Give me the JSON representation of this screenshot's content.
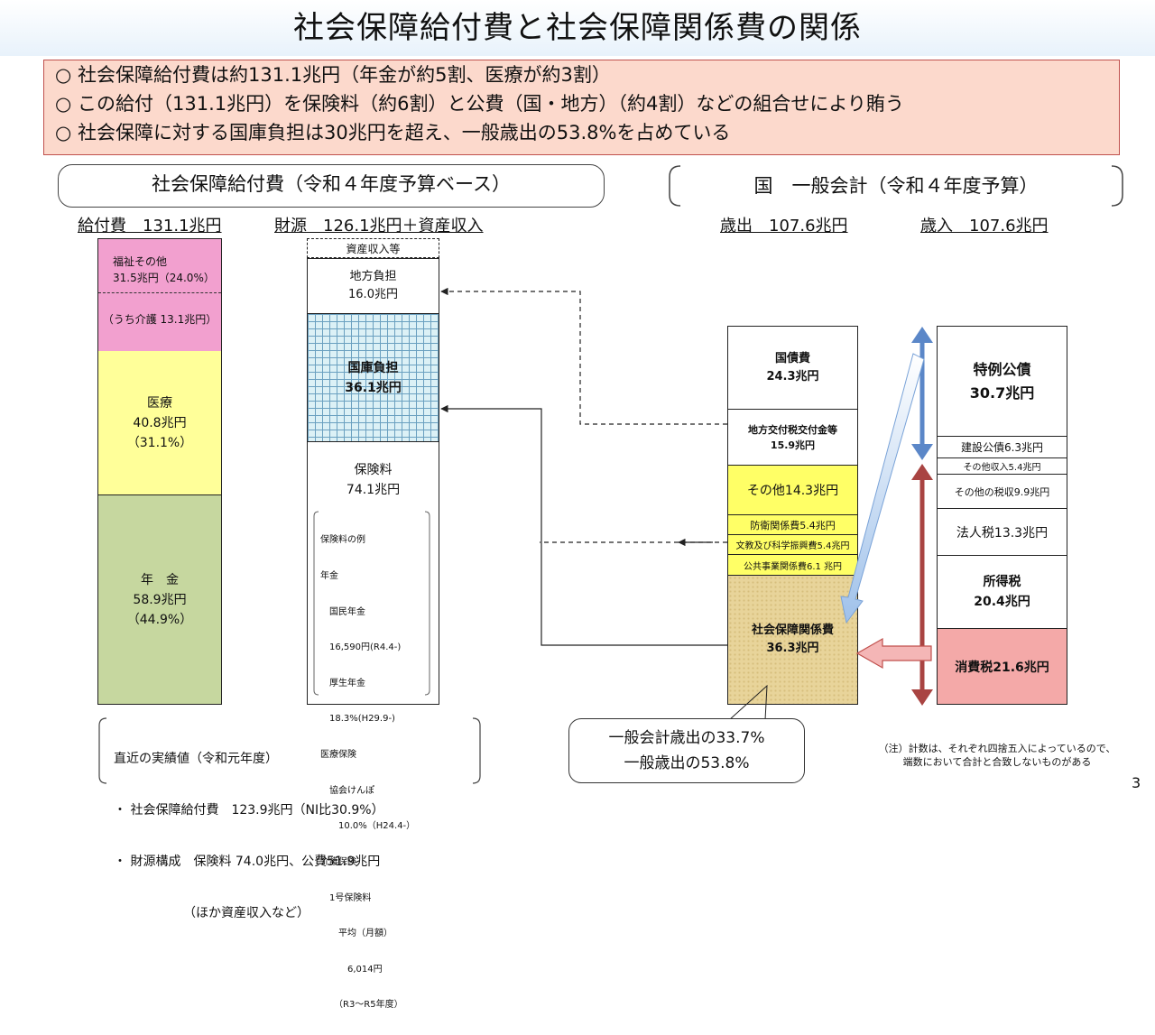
{
  "title": "社会保障給付費と社会保障関係費の関係",
  "summary": [
    "○ 社会保障給付費は約131.1兆円（年金が約5割、医療が約3割）",
    "○ この給付（131.1兆円）を保険料（約6割）と公費（国・地方）（約4割）などの組合せにより賄う",
    "○ 社会保障に対する国庫負担は30兆円を超え、一般歳出の53.8%を占めている"
  ],
  "left_header": "社会保障給付費（令和４年度予算ベース）",
  "right_header": "国　一般会計（令和４年度予算）",
  "col_benefits": {
    "title": "給付費　131.1兆円",
    "welfare_name": "福祉その他",
    "welfare_value": "31.5兆円（24.0%）",
    "care": "（うち介護 13.1兆円）",
    "medical_name": "医療",
    "medical_value": "40.8兆円",
    "medical_pct": "（31.1%）",
    "pension_name": "年　金",
    "pension_value": "58.9兆円",
    "pension_pct": "（44.9%）"
  },
  "col_sources": {
    "title": "財源　126.1兆円＋資産収入",
    "asset": "資産収入等",
    "local_name": "地方負担",
    "local_value": "16.0兆円",
    "national_name": "国庫負担",
    "national_value": "36.1兆円",
    "premium_name": "保険料",
    "premium_value": "74.1兆円",
    "examples": [
      "保険料の例",
      "年金",
      "　国民年金",
      "　16,590円(R4.4-)",
      "　厚生年金",
      "　18.3%(H29.9-)",
      "医療保険",
      "　協会けんぽ",
      "　　10.0%（H24.4-）",
      "介護保険",
      "　1号保険料",
      "　　平均（月額）",
      "　　　6,014円",
      "　　（R3～R5年度）"
    ]
  },
  "expenditure": {
    "title": "歳出　107.6兆円",
    "debt_name": "国債費",
    "debt_value": "24.3兆円",
    "local_alloc": "地方交付税交付金等",
    "local_alloc_value": "15.9兆円",
    "others": "その他14.3兆円",
    "defense": "防衛関係費5.4兆円",
    "education": "文教及び科学振興費5.4兆円",
    "public_works": "公共事業関係費6.1 兆円",
    "social_name": "社会保障関係費",
    "social_value": "36.3兆円"
  },
  "revenue": {
    "title": "歳入　107.6兆円",
    "special_bond": "特例公債",
    "special_bond_value": "30.7兆円",
    "construction_bond": "建設公債6.3兆円",
    "other_income": "その他収入5.4兆円",
    "other_tax": "その他の税収9.9兆円",
    "corporate_tax": "法人税13.3兆円",
    "income_tax": "所得税",
    "income_tax_value": "20.4兆円",
    "consumption_tax": "消費税21.6兆円"
  },
  "actuals": [
    "直近の実績値（令和元年度）",
    "・ 社会保障給付費　123.9兆円（NI比30.9%）",
    "・ 財源構成　保険料 74.0兆円、公費51.9兆円",
    "　　　　　　（ほか資産収入など）"
  ],
  "callout": [
    "一般会計歳出の33.7%",
    "一般歳出の53.8%"
  ],
  "note": [
    "（注）計数は、それぞれ四捨五入によっているので、",
    "端数において合計と合致しないものがある"
  ],
  "page_number": "3",
  "colors": {
    "welfare": "#f2a0cf",
    "medical": "#ffff99",
    "pension": "#c6d79f",
    "consumption": "#f4a9a8",
    "yellow": "#ffff66",
    "blue_arrow": "#5b87c8",
    "red_arrow": "#a94442"
  }
}
